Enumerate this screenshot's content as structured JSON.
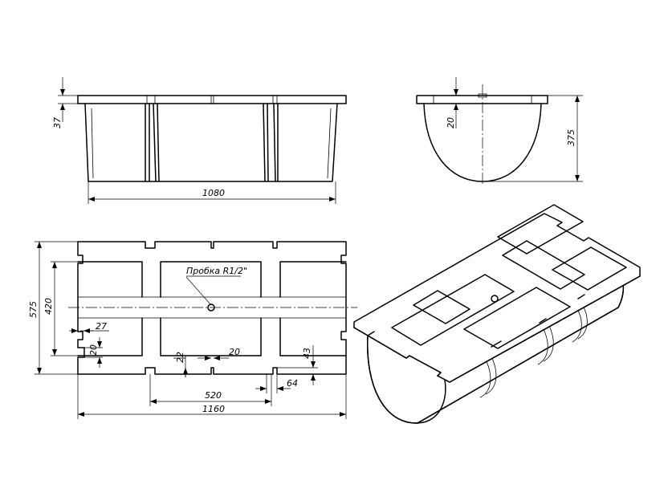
{
  "dimensions": {
    "front_height": "37",
    "front_length": "1080",
    "side_depth": "20",
    "side_height": "375",
    "plan_width_outer": "575",
    "plan_width_inner": "420",
    "notch_27": "27",
    "notch_20_left": "20",
    "notch_22": "22",
    "notch_20_mid": "20",
    "notch_43": "43",
    "notch_64": "64",
    "span_520": "520",
    "plan_length": "1160"
  },
  "labels": {
    "plug": "Пробка R1/2\""
  }
}
